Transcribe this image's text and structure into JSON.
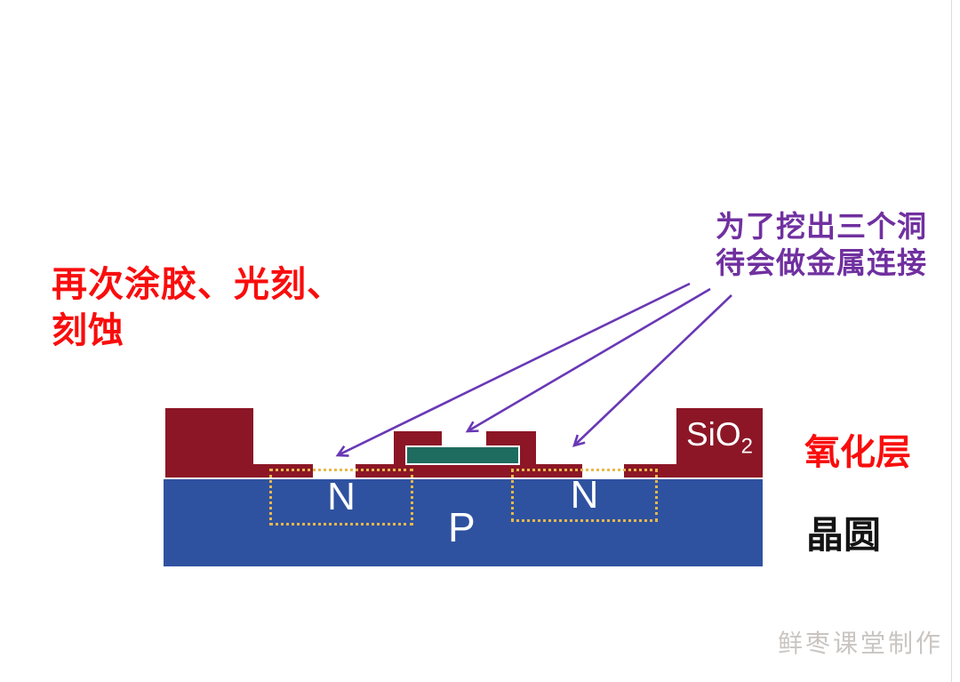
{
  "slide": {
    "headline": {
      "line1": "再次涂胶、光刻、",
      "line2": "刻蚀"
    },
    "annotation": {
      "line1": "为了挖出三个洞",
      "line2": "待会做金属连接"
    },
    "diagram": {
      "sio2_label_main": "SiO",
      "sio2_label_sub": "2",
      "region_labels": {
        "n_left": "N",
        "p": "P",
        "n_right": "N"
      },
      "side_labels": {
        "oxide": "氧化层",
        "wafer": "晶圆"
      }
    },
    "watermark": "鲜枣课堂制作",
    "colors": {
      "oxide_maroon": "#8c1626",
      "wafer_blue": "#2f52a0",
      "gate_teal": "#1e6b5f",
      "annotation_purple": "#7030a0",
      "arrow_purple": "#6938b5",
      "headline_red": "#f90d0d",
      "dotted_yellow": "#e7b84b",
      "watermark_gray": "#c9c5c2"
    }
  }
}
